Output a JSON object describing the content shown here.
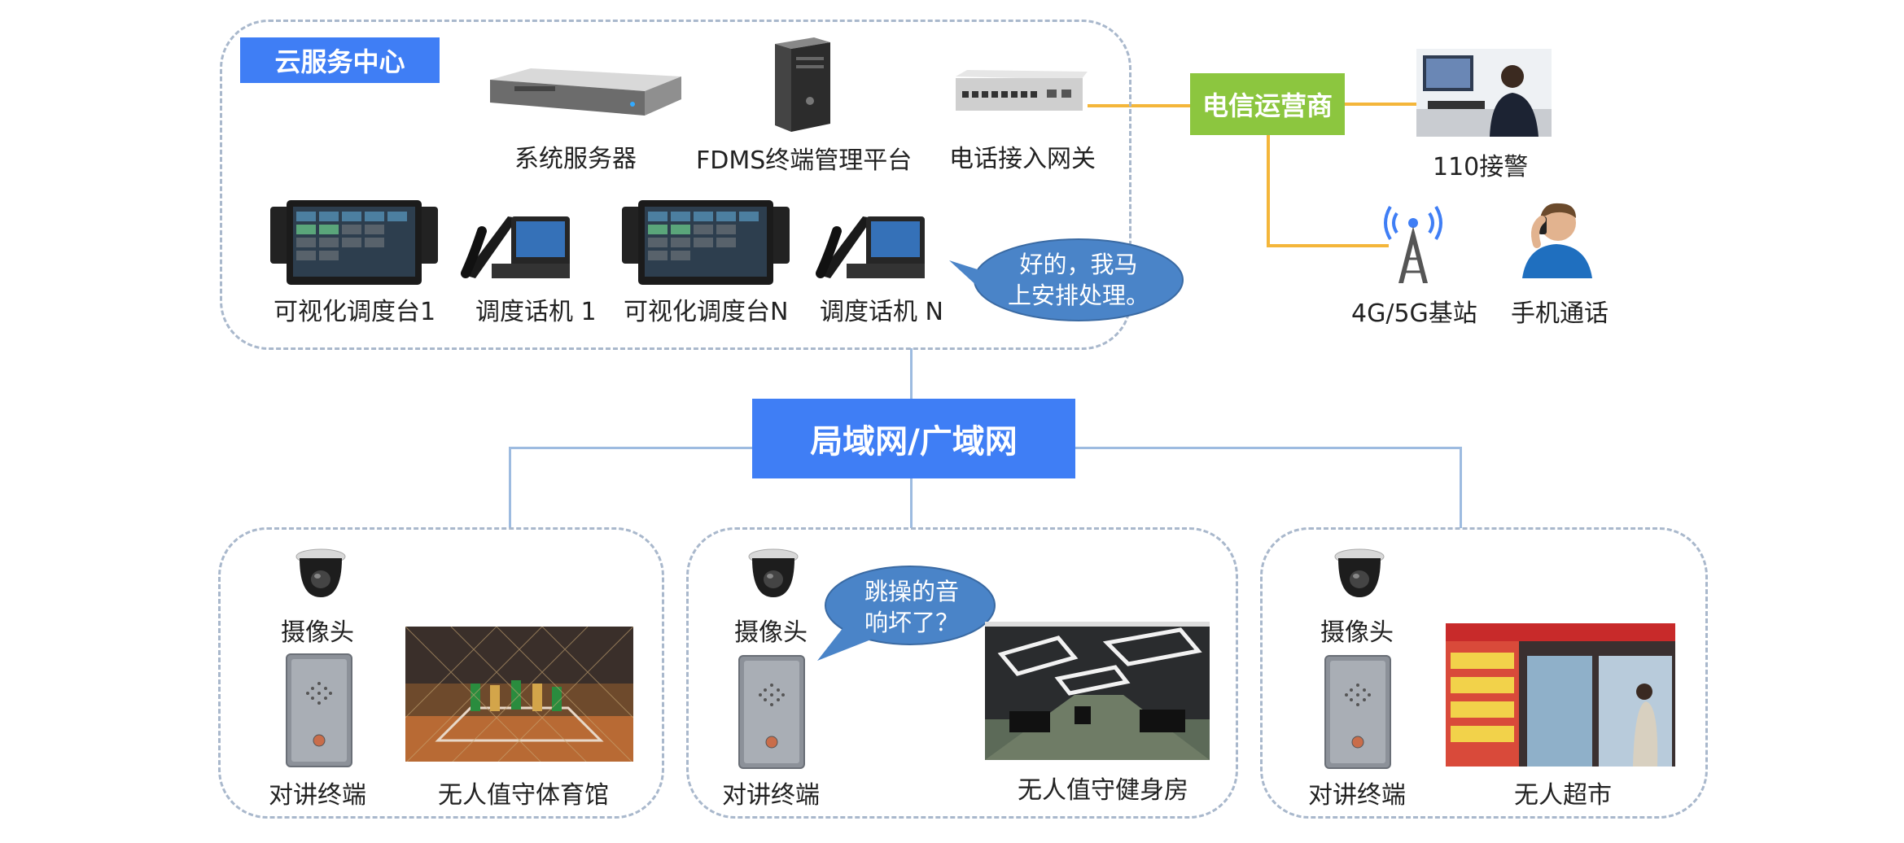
{
  "cloud": {
    "title": "云服务中心",
    "server_label": "系统服务器",
    "fdms_label": "FDMS终端管理平台",
    "gateway_label": "电话接入网关",
    "console1_label": "可视化调度台1",
    "phone1_label": "调度话机 1",
    "consoleN_label": "可视化调度台N",
    "phoneN_label": "调度话机 N",
    "bubble_line1": "好的，我马",
    "bubble_line2": "上安排处理。"
  },
  "telecom": {
    "carrier_label": "电信运营商",
    "police_label": "110接警",
    "station_label": "4G/5G基站",
    "mobile_label": "手机通话"
  },
  "network": {
    "label": "局域网/广域网"
  },
  "sites": [
    {
      "camera_label": "摄像头",
      "intercom_label": "对讲终端",
      "venue_label": "无人值守体育馆"
    },
    {
      "camera_label": "摄像头",
      "intercom_label": "对讲终端",
      "venue_label": "无人值守健身房",
      "bubble_line1": "跳操的音",
      "bubble_line2": "响坏了？"
    },
    {
      "camera_label": "摄像头",
      "intercom_label": "对讲终端",
      "venue_label": "无人超市"
    }
  ],
  "colors": {
    "accent_blue": "#3f7ef5",
    "carrier_green": "#8cc63f",
    "telecom_line": "#f4b63a",
    "bubble": "#4a84c8"
  }
}
